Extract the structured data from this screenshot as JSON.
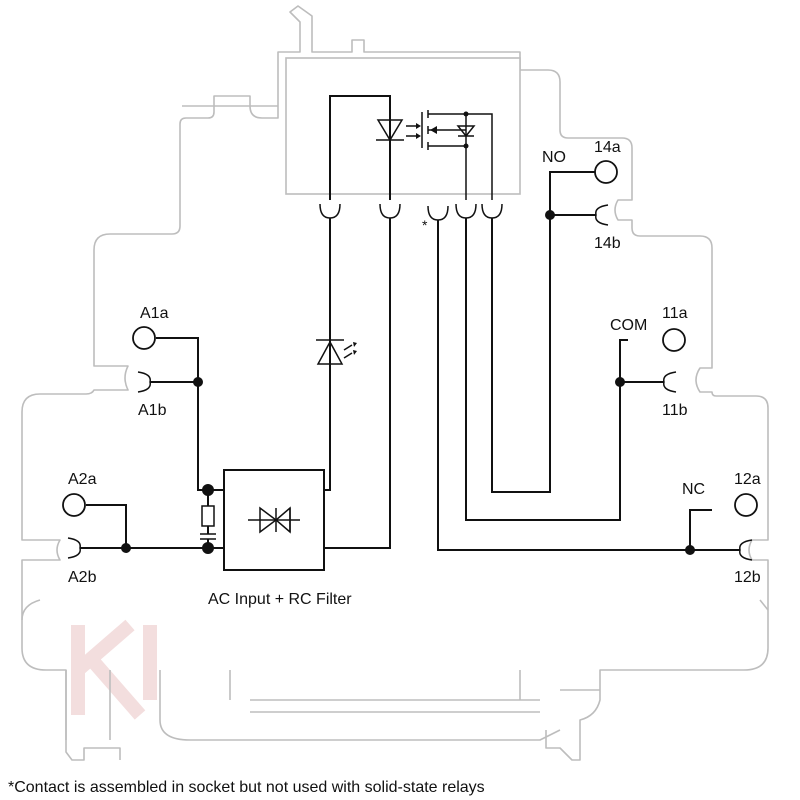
{
  "terminals": {
    "a1a": "A1a",
    "a1b": "A1b",
    "a2a": "A2a",
    "a2b": "A2b",
    "t14a": "14a",
    "t14b": "14b",
    "t11a": "11a",
    "t11b": "11b",
    "t12a": "12a",
    "t12b": "12b"
  },
  "contacts": {
    "no": "NO",
    "com": "COM",
    "nc": "NC"
  },
  "input_block_label": "AC Input + RC Filter",
  "asterisk": "*",
  "footnote": "*Contact is assembled in socket but not used with solid-state relays",
  "colors": {
    "outline": "#bdbdbd",
    "wire": "#111111",
    "watermark": "#f3dede"
  }
}
